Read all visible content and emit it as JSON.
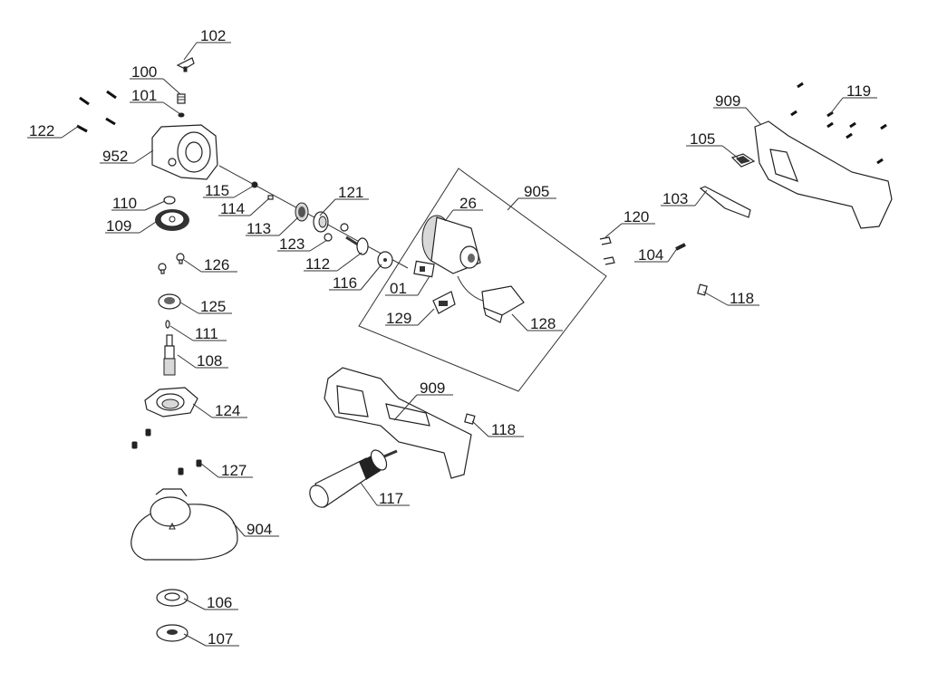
{
  "diagram": {
    "type": "exploded-parts-view",
    "subject": "angle grinder",
    "labels": [
      {
        "id": "l102",
        "text": "102"
      },
      {
        "id": "l100",
        "text": "100"
      },
      {
        "id": "l101",
        "text": "101"
      },
      {
        "id": "l122",
        "text": "122"
      },
      {
        "id": "l952",
        "text": "952"
      },
      {
        "id": "l115",
        "text": "115"
      },
      {
        "id": "l114",
        "text": "114"
      },
      {
        "id": "l113",
        "text": "113"
      },
      {
        "id": "l121",
        "text": "121"
      },
      {
        "id": "l123",
        "text": "123"
      },
      {
        "id": "l112",
        "text": "112"
      },
      {
        "id": "l116",
        "text": "116"
      },
      {
        "id": "l110",
        "text": "110"
      },
      {
        "id": "l109",
        "text": "109"
      },
      {
        "id": "l126",
        "text": "126"
      },
      {
        "id": "l125",
        "text": "125"
      },
      {
        "id": "l111",
        "text": "111"
      },
      {
        "id": "l108",
        "text": "108"
      },
      {
        "id": "l124",
        "text": "124"
      },
      {
        "id": "l127",
        "text": "127"
      },
      {
        "id": "l904",
        "text": "904"
      },
      {
        "id": "l106",
        "text": "106"
      },
      {
        "id": "l107",
        "text": "107"
      },
      {
        "id": "l26",
        "text": "26"
      },
      {
        "id": "l905",
        "text": "905"
      },
      {
        "id": "l01",
        "text": "01"
      },
      {
        "id": "l129",
        "text": "129"
      },
      {
        "id": "l128",
        "text": "128"
      },
      {
        "id": "l909a",
        "text": "909"
      },
      {
        "id": "l118a",
        "text": "118"
      },
      {
        "id": "l117",
        "text": "117"
      },
      {
        "id": "l909b",
        "text": "909"
      },
      {
        "id": "l119",
        "text": "119"
      },
      {
        "id": "l105",
        "text": "105"
      },
      {
        "id": "l103",
        "text": "103"
      },
      {
        "id": "l120",
        "text": "120"
      },
      {
        "id": "l104",
        "text": "104"
      },
      {
        "id": "l118b",
        "text": "118"
      }
    ]
  }
}
